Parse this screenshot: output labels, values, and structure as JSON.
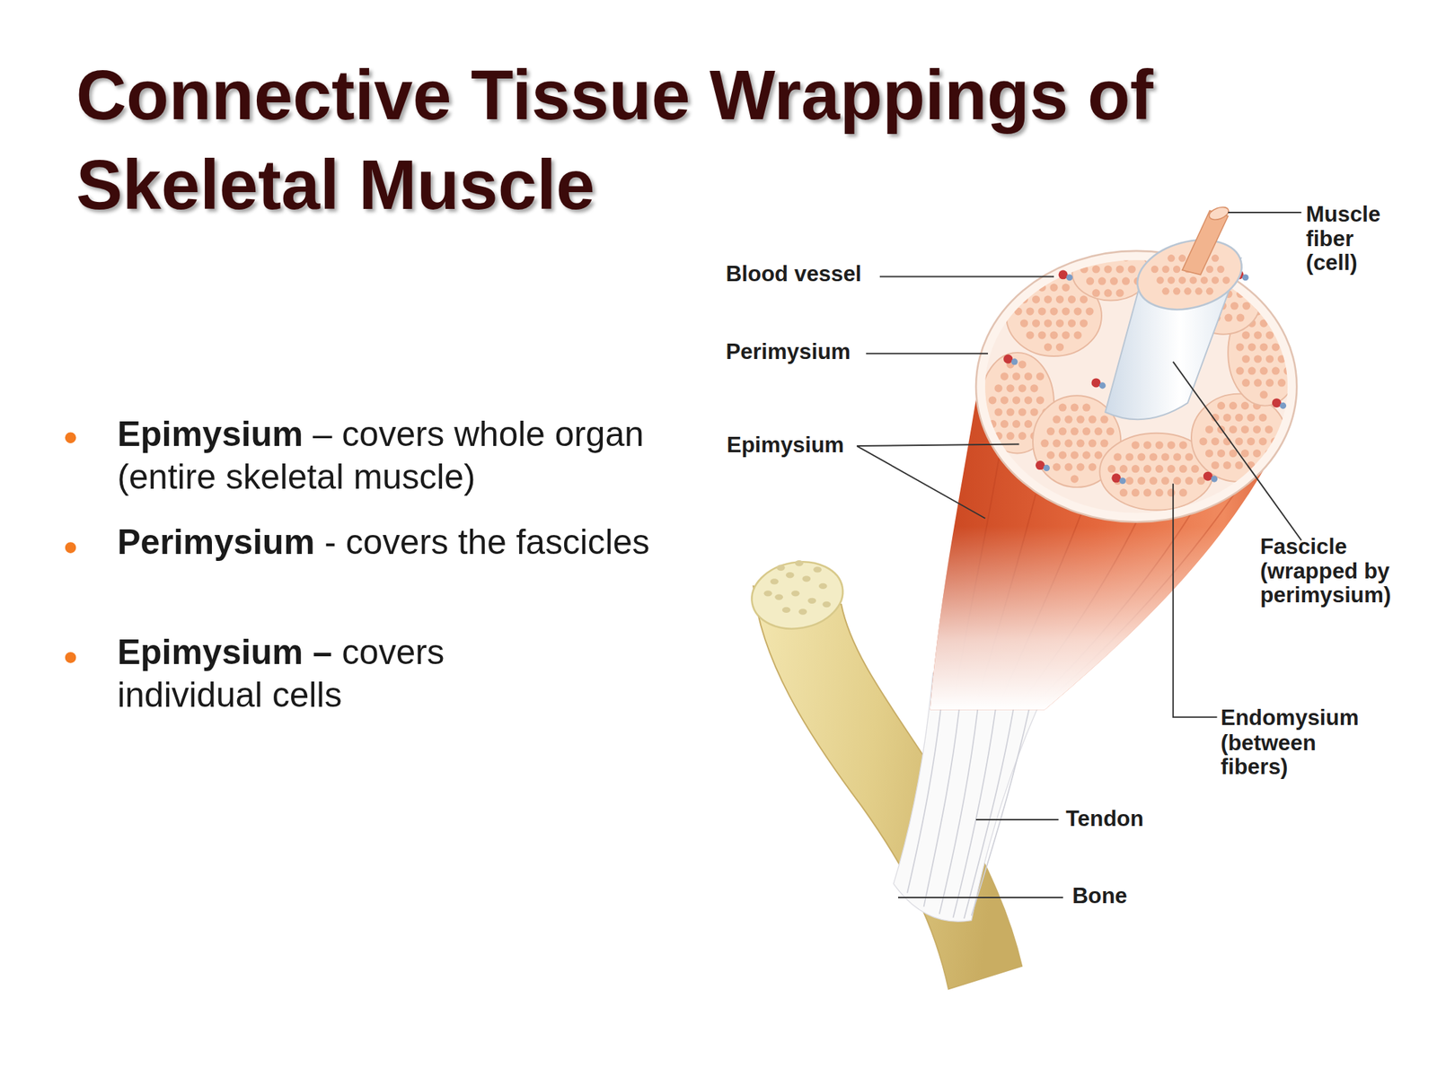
{
  "diagram": {
    "title": "Connective Tissue Wrappings of Skeletal Muscle",
    "labels": [
      "Epimysium",
      "– covers whole organ (entire skeletal muscle)",
      "Perimysium",
      "- covers the fascicles",
      "Epimysium –",
      "covers individual cells",
      "Muscle fiber (cell)",
      "Blood vessel",
      "Perimysium",
      "Epimysium",
      "Fascicle (wrapped by perimysium)",
      "Endomysium (between fibers)",
      "Tendon",
      "Bone"
    ]
  }
}
